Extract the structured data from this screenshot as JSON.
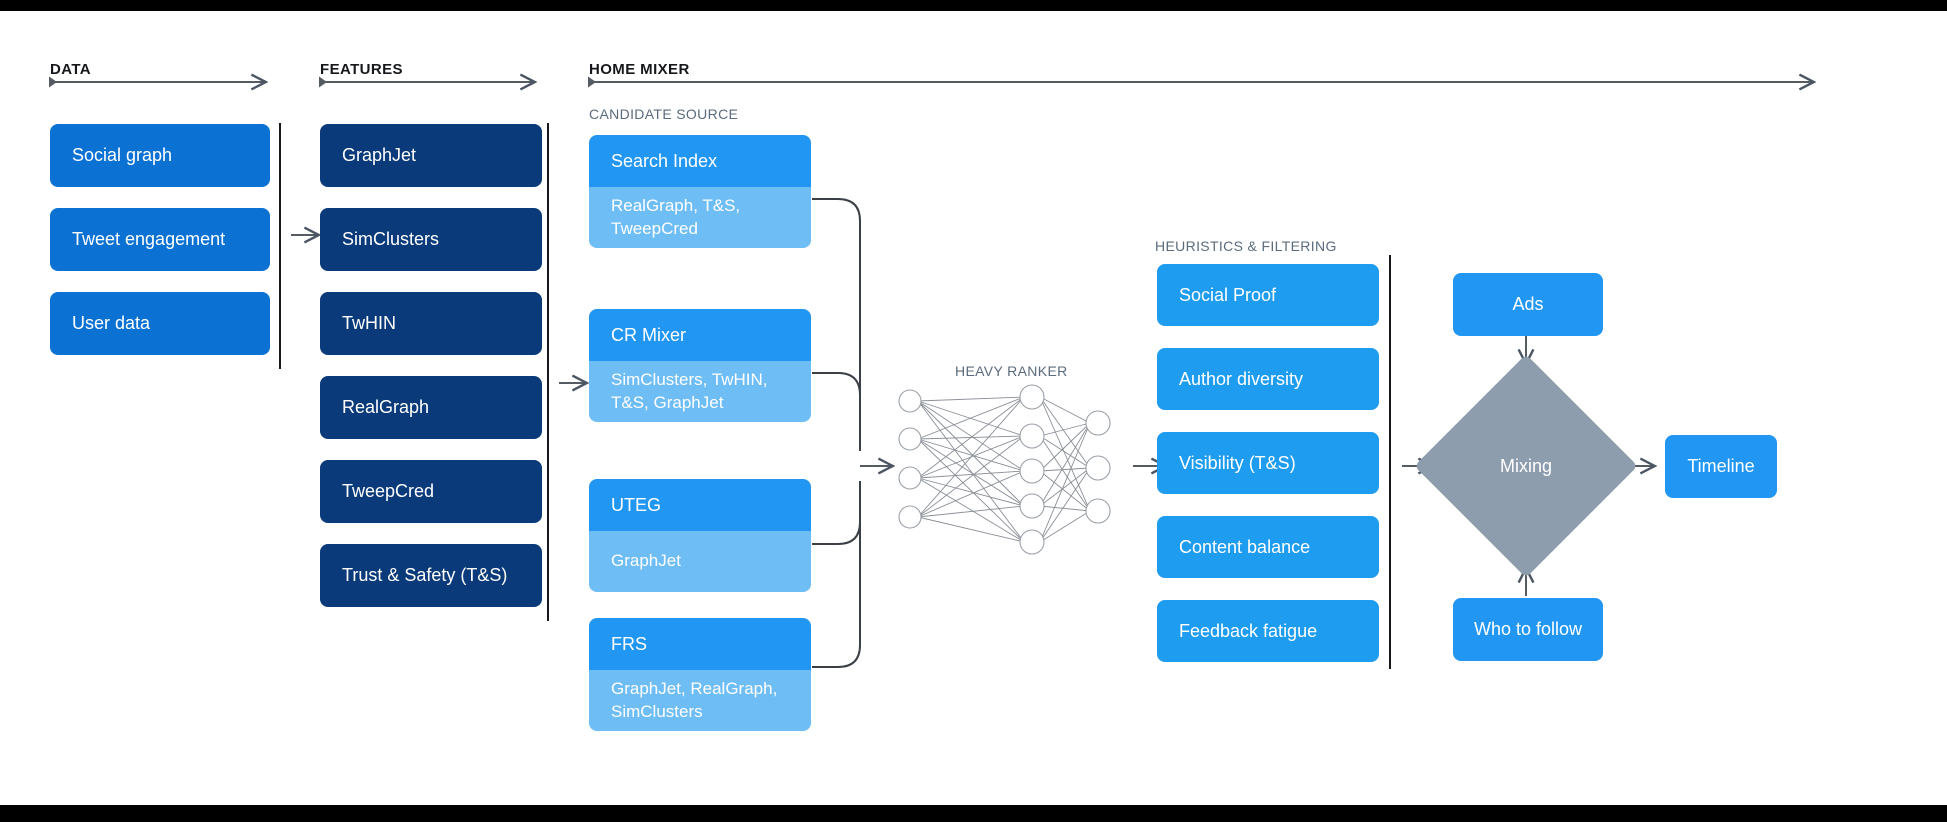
{
  "sections": {
    "data": {
      "title": "DATA"
    },
    "features": {
      "title": "FEATURES"
    },
    "home_mixer": {
      "title": "HOME MIXER"
    },
    "candidate_source": {
      "title": "CANDIDATE SOURCE"
    },
    "heuristics": {
      "title": "HEURISTICS & FILTERING"
    },
    "heavy_ranker": {
      "title": "HEAVY RANKER"
    }
  },
  "data_boxes": [
    {
      "label": "Social graph"
    },
    {
      "label": "Tweet engagement"
    },
    {
      "label": "User data"
    }
  ],
  "feature_boxes": [
    {
      "label": "GraphJet"
    },
    {
      "label": "SimClusters"
    },
    {
      "label": "TwHIN"
    },
    {
      "label": "RealGraph"
    },
    {
      "label": "TweepCred"
    },
    {
      "label": "Trust & Safety (T&S)"
    }
  ],
  "candidate_sources": [
    {
      "name": "Search Index",
      "features": "RealGraph, T&S, TweepCred"
    },
    {
      "name": "CR Mixer",
      "features": "SimClusters, TwHIN, T&S, GraphJet"
    },
    {
      "name": "UTEG",
      "features": "GraphJet"
    },
    {
      "name": "FRS",
      "features": "GraphJet, RealGraph, SimClusters"
    }
  ],
  "heuristic_boxes": [
    {
      "label": "Social Proof"
    },
    {
      "label": "Author diversity"
    },
    {
      "label": "Visibility (T&S)"
    },
    {
      "label": "Content balance"
    },
    {
      "label": "Feedback fatigue"
    }
  ],
  "mixing": {
    "ads_label": "Ads",
    "diamond_label": "Mixing",
    "who_to_follow_label": "Who to follow",
    "timeline_label": "Timeline"
  },
  "neural_network": {
    "input_nodes": 4,
    "hidden_nodes": 5,
    "output_nodes": 3
  },
  "colors": {
    "data_blue": "#0B72D4",
    "feature_navy": "#0A3A79",
    "candidate_head": "#2196F3",
    "candidate_body": "#6EBDF5",
    "heuristic_blue": "#1E9CEF",
    "plain_blue": "#2296F3",
    "diamond_gray": "#8D9DAE",
    "header_text": "#16181c",
    "sub_text": "#5b6b7d"
  }
}
